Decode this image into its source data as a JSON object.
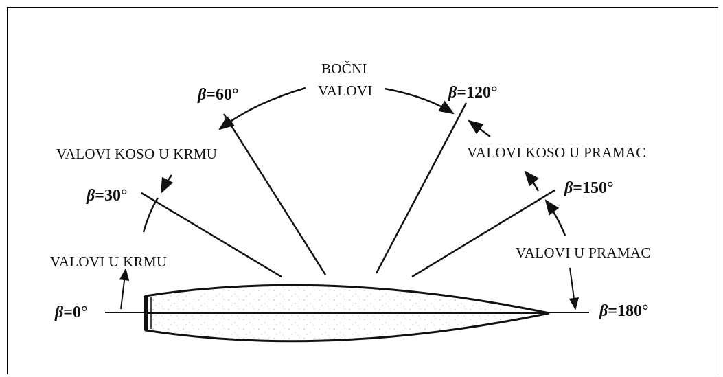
{
  "diagram": {
    "angles": [
      {
        "id": "b0",
        "beta": "β",
        "value": "=0°"
      },
      {
        "id": "b30",
        "beta": "β",
        "value": "=30°"
      },
      {
        "id": "b60",
        "beta": "β",
        "value": "=60°"
      },
      {
        "id": "b120",
        "beta": "β",
        "value": "=120°"
      },
      {
        "id": "b150",
        "beta": "β",
        "value": "=150°"
      },
      {
        "id": "b180",
        "beta": "β",
        "value": "=180°"
      }
    ],
    "zones": {
      "stern": "VALOVI  U  KRMU",
      "stern_quartering": "VALOVI  KOSO U KRMU",
      "beam_line1": "BOČNI",
      "beam_line2": "VALOVI",
      "bow_quartering": "VALOVI  KOSO U PRAMAC",
      "bow": "VALOVI  U  PRAMAC"
    }
  }
}
